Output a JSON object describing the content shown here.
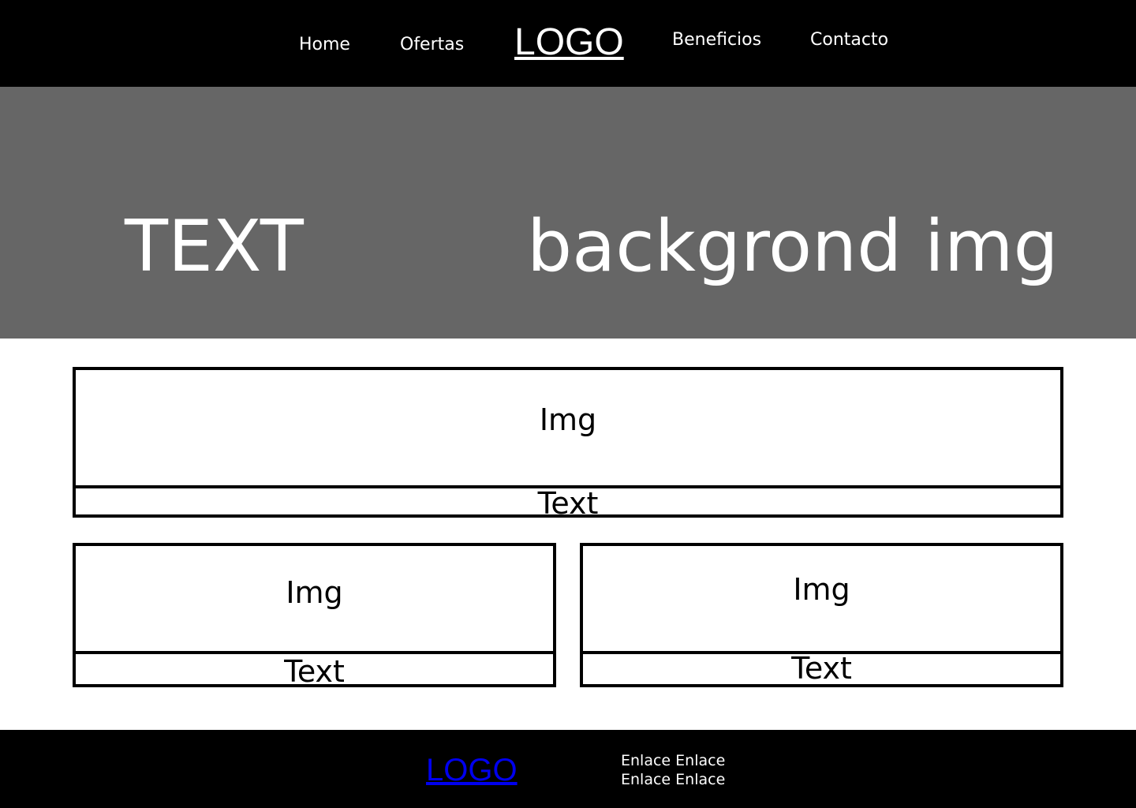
{
  "header": {
    "nav_left": [
      "Home",
      "Ofertas"
    ],
    "logo": "LOGO",
    "nav_right": [
      "Beneficios",
      "Contacto"
    ]
  },
  "hero": {
    "text": "TEXT",
    "background_label": "backgrond img",
    "background_color": "#666666"
  },
  "cards": [
    {
      "img_label": "Img",
      "text_label": "Text"
    },
    {
      "img_label": "Img",
      "text_label": "Text"
    },
    {
      "img_label": "Img",
      "text_label": "Text"
    }
  ],
  "footer": {
    "logo": "LOGO",
    "links": [
      "Enlace",
      "Enlace",
      "Enlace",
      "Enlace"
    ]
  },
  "colors": {
    "bar": "#000000",
    "text_light": "#ffffff",
    "hero": "#666666"
  }
}
